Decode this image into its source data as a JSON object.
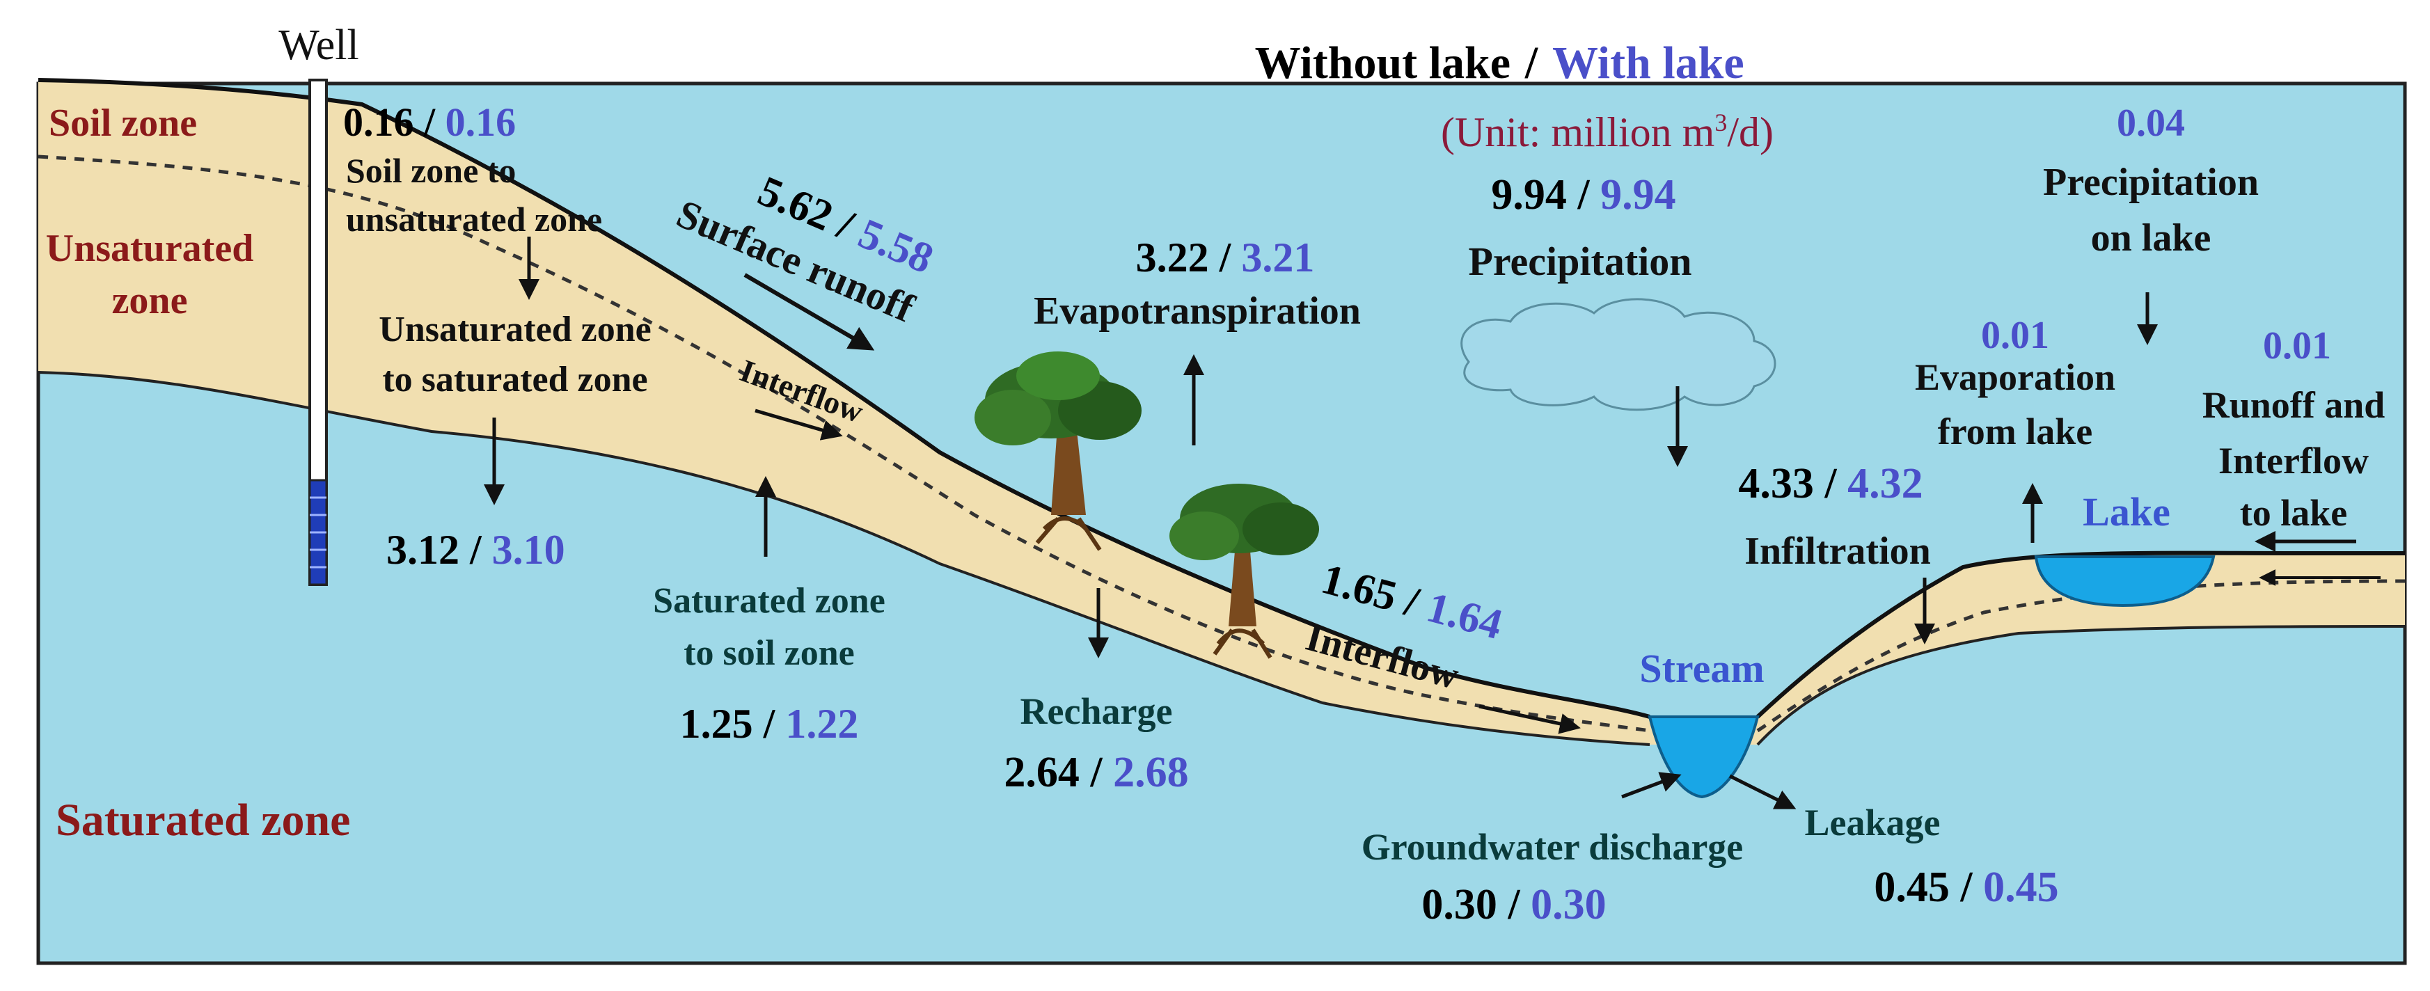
{
  "legend": {
    "without_label": "Without lake",
    "separator": " / ",
    "with_label": "With lake",
    "unit_prefix": "(Unit: million m",
    "unit_sup": "3",
    "unit_suffix": "/d)"
  },
  "well_label": "Well",
  "zones": {
    "soil": "Soil zone",
    "unsaturated_line1": "Unsaturated",
    "unsaturated_line2": "zone",
    "saturated": "Saturated zone"
  },
  "fluxes": {
    "soil_to_unsat": {
      "lines": [
        "Soil zone to",
        "unsaturated zone"
      ],
      "without": "0.16",
      "with": "0.16"
    },
    "unsat_to_sat": {
      "lines": [
        "Unsaturated zone",
        "to saturated zone"
      ],
      "without": "3.12",
      "with": "3.10"
    },
    "sat_to_soil": {
      "lines": [
        "Saturated zone",
        "to soil zone"
      ],
      "without": "1.25",
      "with": "1.22"
    },
    "surface_runoff": {
      "lines": [
        "Surface runoff"
      ],
      "without": "5.62",
      "with": "5.58"
    },
    "interflow_upper": {
      "lines": [
        "Interflow"
      ]
    },
    "evapotranspiration": {
      "lines": [
        "Evapotranspiration"
      ],
      "without": "3.22",
      "with": "3.21"
    },
    "recharge": {
      "lines": [
        "Recharge"
      ],
      "without": "2.64",
      "with": "2.68"
    },
    "interflow_lower": {
      "lines": [
        "Interflow"
      ],
      "without": "1.65",
      "with": "1.64"
    },
    "precipitation": {
      "lines": [
        "Precipitation"
      ],
      "without": "9.94",
      "with": "9.94"
    },
    "infiltration": {
      "lines": [
        "Infiltration"
      ],
      "without": "4.33",
      "with": "4.32"
    },
    "groundwater_discharge": {
      "lines": [
        "Groundwater discharge"
      ],
      "without": "0.30",
      "with": "0.30"
    },
    "leakage": {
      "lines": [
        "Leakage"
      ],
      "without": "0.45",
      "with": "0.45"
    },
    "precipitation_on_lake": {
      "lines": [
        "Precipitation",
        "on lake"
      ],
      "with": "0.04"
    },
    "evaporation_from_lake": {
      "lines": [
        "Evaporation",
        "from lake"
      ],
      "with": "0.01"
    },
    "runoff_interflow_to_lake": {
      "lines": [
        "Runoff and",
        "Interflow",
        "to lake"
      ],
      "with": "0.01"
    }
  },
  "water_bodies": {
    "stream": "Stream",
    "lake": "Lake"
  },
  "colors": {
    "without": "#000000",
    "with": "#4a4fc9",
    "zone_label": "#8b1a1a",
    "unit": "#8b1a3a",
    "teal_label": "#0a3b3b",
    "water_label": "#3a55d0",
    "soil": "#f1dfb0",
    "saturated": "#9fd9e8",
    "cloud": "#a3d9ea",
    "stream": "#19a6e6"
  }
}
